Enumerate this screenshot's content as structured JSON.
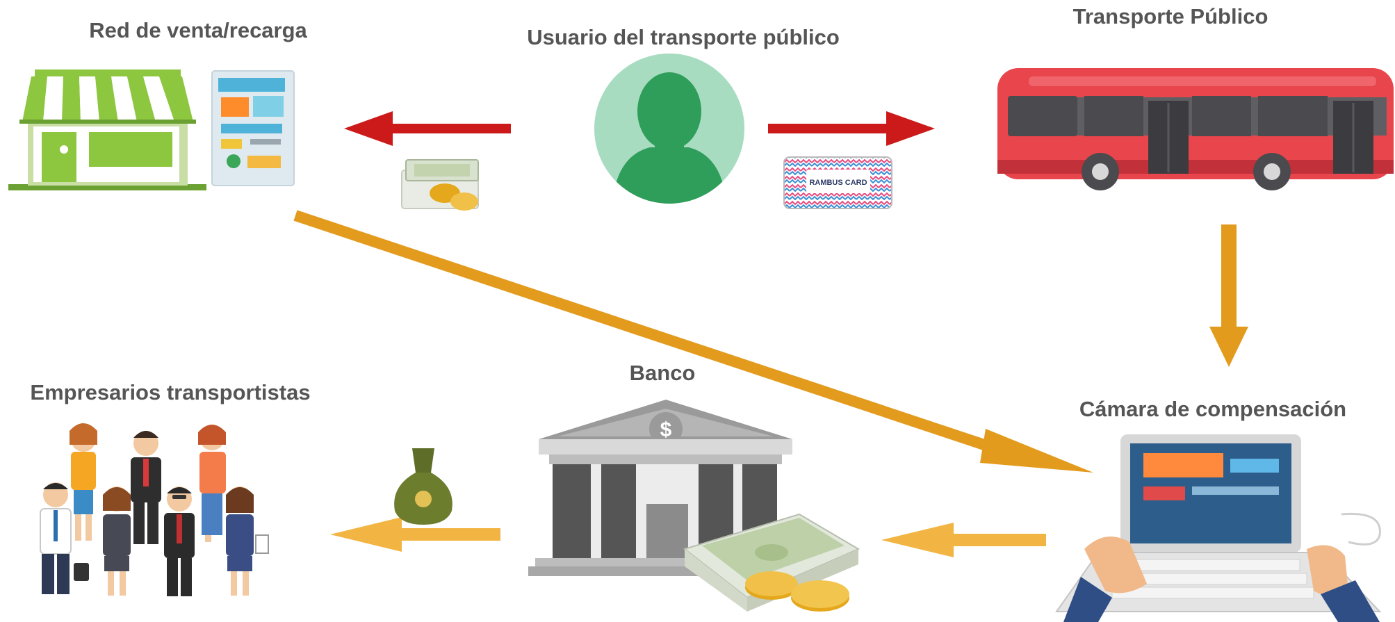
{
  "nodes": {
    "sales_network": "Red de venta/recarga",
    "user": "Usuario del transporte público",
    "public_transport": "Transporte Público",
    "bank": "Banco",
    "transport_owners": "Empresarios transportistas",
    "clearing_house": "Cámara de compensación"
  },
  "icons": [
    "store-icon",
    "brochure-icon",
    "user-avatar-icon",
    "bus-icon",
    "money-coins-icon",
    "transport-card-icon",
    "money-bag-icon",
    "bank-building-icon",
    "businesspeople-group-icon",
    "laptop-hands-icon"
  ],
  "arrows": [
    {
      "from": "user",
      "to": "sales_network",
      "color": "#cc1a1a",
      "carries": "money-coins-icon"
    },
    {
      "from": "user",
      "to": "public_transport",
      "color": "#cc1a1a",
      "carries": "transport-card-icon"
    },
    {
      "from": "sales_network",
      "to": "clearing_house",
      "color": "#e39b1e"
    },
    {
      "from": "public_transport",
      "to": "clearing_house",
      "color": "#e39b1e"
    },
    {
      "from": "clearing_house",
      "to": "bank",
      "color": "#f2b544"
    },
    {
      "from": "bank",
      "to": "transport_owners",
      "color": "#f2b544",
      "carries": "money-bag-icon"
    }
  ],
  "card_text": "RAMBUS CARD",
  "colors": {
    "label": "#555555",
    "red_arrow": "#cc1a1a",
    "orange_arrow": "#e39b1e",
    "light_orange_arrow": "#f2b544",
    "store_green": "#8dc63f",
    "avatar_bg": "#a8dcc0",
    "avatar_fg": "#2f9e5a",
    "bus_red": "#e8454c",
    "bank_gray": "#9a9a9a"
  }
}
